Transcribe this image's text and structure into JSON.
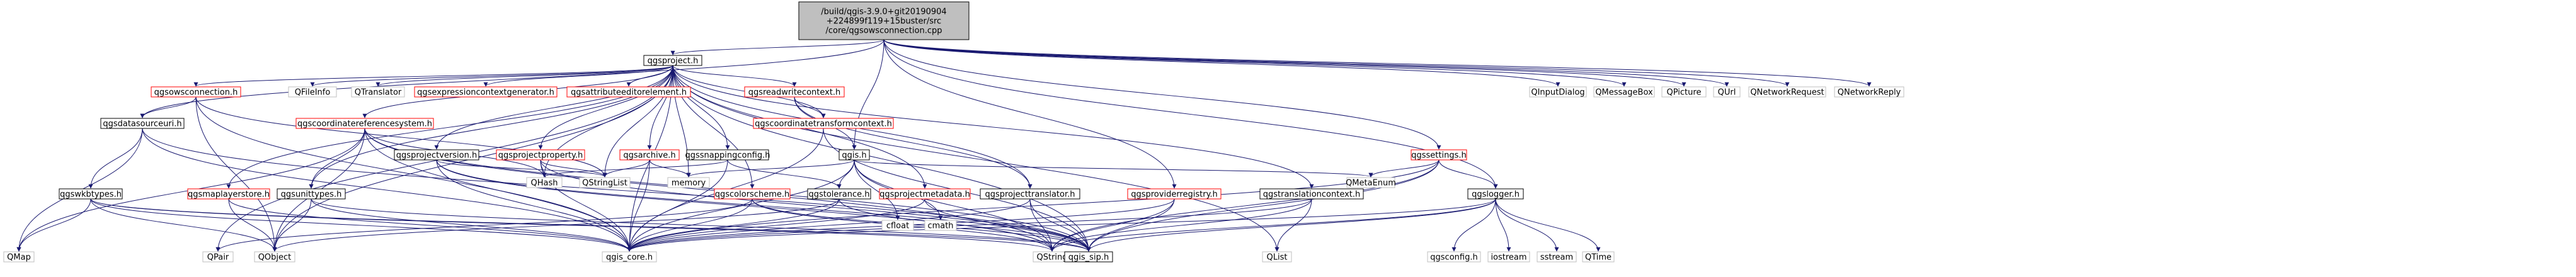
{
  "colors": {
    "edge": "#191970",
    "text": "#000000",
    "text_link": "#000000",
    "border_grey": "#bfbfbf",
    "border_black": "#000000",
    "border_red": "#ff0000",
    "root_fill": "#bfbfbf",
    "fill": "#ffffff"
  },
  "nodes": [
    {
      "id": "root",
      "lines": [
        "/build/qgis-3.9.0+git20190904",
        "+224899f119+15buster/src",
        "/core/qgsowsconnection.cpp"
      ],
      "style": "root"
    },
    {
      "id": "qgsproject_h",
      "lines": [
        "qgsproject.h"
      ],
      "style": "black"
    },
    {
      "id": "qgsowsconnection_h",
      "lines": [
        "qgsowsconnection.h"
      ],
      "style": "red"
    },
    {
      "id": "QFileInfo",
      "lines": [
        "QFileInfo"
      ],
      "style": "grey"
    },
    {
      "id": "QTranslator",
      "lines": [
        "QTranslator"
      ],
      "style": "grey"
    },
    {
      "id": "qgsexpressioncontextgenerator_h",
      "lines": [
        "qgsexpressioncontextgenerator.h"
      ],
      "style": "red"
    },
    {
      "id": "qgsattributeeditorelement_h",
      "lines": [
        "qgsattributeeditorelement.h"
      ],
      "style": "red"
    },
    {
      "id": "qgsreadwritecontext_h",
      "lines": [
        "qgsreadwritecontext.h"
      ],
      "style": "red"
    },
    {
      "id": "qgsdatasourceuri_h",
      "lines": [
        "qgsdatasourceuri.h"
      ],
      "style": "black"
    },
    {
      "id": "qgscoordinatereferencesystem_h",
      "lines": [
        "qgscoordinatereferencesystem.h"
      ],
      "style": "red"
    },
    {
      "id": "qgsprojectversion_h",
      "lines": [
        "qgsprojectversion.h"
      ],
      "style": "black"
    },
    {
      "id": "qgsprojectproperty_h",
      "lines": [
        "qgsprojectproperty.h"
      ],
      "style": "red"
    },
    {
      "id": "qgsarchive_h",
      "lines": [
        "qgsarchive.h"
      ],
      "style": "red"
    },
    {
      "id": "qgssnappingconfig_h",
      "lines": [
        "qgssnappingconfig.h"
      ],
      "style": "black"
    },
    {
      "id": "qgscoordinatetransformcontext_h",
      "lines": [
        "qgscoordinatetransformcontext.h"
      ],
      "style": "red"
    },
    {
      "id": "qgis_h",
      "lines": [
        "qgis.h"
      ],
      "style": "black"
    },
    {
      "id": "qgssettings_h",
      "lines": [
        "qgssettings.h"
      ],
      "style": "red"
    },
    {
      "id": "qgswkbtypes_h",
      "lines": [
        "qgswkbtypes.h"
      ],
      "style": "black"
    },
    {
      "id": "qgsmaplayerstore_h",
      "lines": [
        "qgsmaplayerstore.h"
      ],
      "style": "red"
    },
    {
      "id": "qgsunittypes_h",
      "lines": [
        "qgsunittypes.h"
      ],
      "style": "black"
    },
    {
      "id": "QHash",
      "lines": [
        "QHash"
      ],
      "style": "grey"
    },
    {
      "id": "QStringList",
      "lines": [
        "QStringList"
      ],
      "style": "grey"
    },
    {
      "id": "memory",
      "lines": [
        "memory"
      ],
      "style": "grey"
    },
    {
      "id": "qgscolorscheme_h",
      "lines": [
        "qgscolorscheme.h"
      ],
      "style": "red"
    },
    {
      "id": "qgstolerance_h",
      "lines": [
        "qgstolerance.h"
      ],
      "style": "black"
    },
    {
      "id": "qgsprojectmetadata_h",
      "lines": [
        "qgsprojectmetadata.h"
      ],
      "style": "red"
    },
    {
      "id": "qgsprojecttranslator_h",
      "lines": [
        "qgsprojecttranslator.h"
      ],
      "style": "black"
    },
    {
      "id": "cfloat",
      "lines": [
        "cfloat"
      ],
      "style": "grey"
    },
    {
      "id": "cmath",
      "lines": [
        "cmath"
      ],
      "style": "grey"
    },
    {
      "id": "qgsproviderregistry_h",
      "lines": [
        "qgsproviderregistry.h"
      ],
      "style": "red"
    },
    {
      "id": "qgstranslationcontext_h",
      "lines": [
        "qgstranslationcontext.h"
      ],
      "style": "black"
    },
    {
      "id": "QMetaEnum",
      "lines": [
        "QMetaEnum"
      ],
      "style": "grey"
    },
    {
      "id": "qgslogger_h",
      "lines": [
        "qgslogger.h"
      ],
      "style": "black"
    },
    {
      "id": "QMap",
      "lines": [
        "QMap"
      ],
      "style": "grey"
    },
    {
      "id": "QPair",
      "lines": [
        "QPair"
      ],
      "style": "grey"
    },
    {
      "id": "QObject",
      "lines": [
        "QObject"
      ],
      "style": "grey"
    },
    {
      "id": "qgis_core_h",
      "lines": [
        "qgis_core.h"
      ],
      "style": "grey"
    },
    {
      "id": "QString",
      "lines": [
        "QString"
      ],
      "style": "grey"
    },
    {
      "id": "qgis_sip_h",
      "lines": [
        "qgis_sip.h"
      ],
      "style": "black"
    },
    {
      "id": "QList",
      "lines": [
        "QList"
      ],
      "style": "grey"
    },
    {
      "id": "qgsconfig_h",
      "lines": [
        "qgsconfig.h"
      ],
      "style": "grey"
    },
    {
      "id": "iostream",
      "lines": [
        "iostream"
      ],
      "style": "grey"
    },
    {
      "id": "sstream",
      "lines": [
        "sstream"
      ],
      "style": "grey"
    },
    {
      "id": "QTime",
      "lines": [
        "QTime"
      ],
      "style": "grey"
    },
    {
      "id": "QInputDialog",
      "lines": [
        "QInputDialog"
      ],
      "style": "grey"
    },
    {
      "id": "QMessageBox",
      "lines": [
        "QMessageBox"
      ],
      "style": "grey"
    },
    {
      "id": "QPicture",
      "lines": [
        "QPicture"
      ],
      "style": "grey"
    },
    {
      "id": "QUrl",
      "lines": [
        "QUrl"
      ],
      "style": "grey"
    },
    {
      "id": "QNetworkRequest",
      "lines": [
        "QNetworkRequest"
      ],
      "style": "grey"
    },
    {
      "id": "QNetworkReply",
      "lines": [
        "QNetworkReply"
      ],
      "style": "grey"
    }
  ],
  "edges": [
    [
      "root",
      "qgsproject_h"
    ],
    [
      "root",
      "qgsdatasourceuri_h"
    ],
    [
      "root",
      "qgis_h"
    ],
    [
      "root",
      "qgsproviderregistry_h"
    ],
    [
      "root",
      "qgssettings_h"
    ],
    [
      "root",
      "qgslogger_h"
    ],
    [
      "root",
      "QInputDialog"
    ],
    [
      "root",
      "QMessageBox"
    ],
    [
      "root",
      "QPicture"
    ],
    [
      "root",
      "QUrl"
    ],
    [
      "root",
      "QNetworkRequest"
    ],
    [
      "root",
      "QNetworkReply"
    ],
    [
      "qgsproject_h",
      "qgsowsconnection_h"
    ],
    [
      "qgsproject_h",
      "QFileInfo"
    ],
    [
      "qgsproject_h",
      "QTranslator"
    ],
    [
      "qgsproject_h",
      "qgsexpressioncontextgenerator_h"
    ],
    [
      "qgsproject_h",
      "qgsattributeeditorelement_h"
    ],
    [
      "qgsproject_h",
      "qgsreadwritecontext_h"
    ],
    [
      "qgsproject_h",
      "qgscoordinatereferencesystem_h"
    ],
    [
      "qgsproject_h",
      "qgsprojectversion_h"
    ],
    [
      "qgsproject_h",
      "qgsprojectproperty_h"
    ],
    [
      "qgsproject_h",
      "qgsarchive_h"
    ],
    [
      "qgsproject_h",
      "qgssnappingconfig_h"
    ],
    [
      "qgsproject_h",
      "qgscoordinatetransformcontext_h"
    ],
    [
      "qgsproject_h",
      "qgsmaplayerstore_h"
    ],
    [
      "qgsproject_h",
      "qgsunittypes_h"
    ],
    [
      "qgsproject_h",
      "QHash"
    ],
    [
      "qgsproject_h",
      "QStringList"
    ],
    [
      "qgsproject_h",
      "memory"
    ],
    [
      "qgsproject_h",
      "qgscolorscheme_h"
    ],
    [
      "qgsproject_h",
      "qgsprojectmetadata_h"
    ],
    [
      "qgsproject_h",
      "qgsprojecttranslator_h"
    ],
    [
      "qgsproject_h",
      "qgstranslationcontext_h"
    ],
    [
      "qgsproject_h",
      "QObject"
    ],
    [
      "qgsproject_h",
      "QPair"
    ],
    [
      "qgsproject_h",
      "qgis_core_h"
    ],
    [
      "qgsproject_h",
      "qgis_sip_h"
    ],
    [
      "qgsproject_h",
      "QList"
    ],
    [
      "qgsowsconnection_h",
      "qgsdatasourceuri_h"
    ],
    [
      "qgsowsconnection_h",
      "QStringList"
    ],
    [
      "qgsowsconnection_h",
      "qgis_core_h"
    ],
    [
      "qgsowsconnection_h",
      "QObject"
    ],
    [
      "qgsreadwritecontext_h",
      "qgis_h"
    ],
    [
      "qgsreadwritecontext_h",
      "qgsprojecttranslator_h"
    ],
    [
      "qgsreadwritecontext_h",
      "qgscoordinatetransformcontext_h"
    ],
    [
      "qgsdatasourceuri_h",
      "qgswkbtypes_h"
    ],
    [
      "qgsdatasourceuri_h",
      "QMap"
    ],
    [
      "qgsdatasourceuri_h",
      "qgis_core_h"
    ],
    [
      "qgsdatasourceuri_h",
      "qgis_sip_h"
    ],
    [
      "qgscoordinatereferencesystem_h",
      "qgsunittypes_h"
    ],
    [
      "qgscoordinatereferencesystem_h",
      "QMap"
    ],
    [
      "qgscoordinatereferencesystem_h",
      "QHash"
    ],
    [
      "qgscoordinatereferencesystem_h",
      "QObject"
    ],
    [
      "qgscoordinatereferencesystem_h",
      "qgis_core_h"
    ],
    [
      "qgscoordinatereferencesystem_h",
      "QString"
    ],
    [
      "qgscoordinatereferencesystem_h",
      "qgis_sip_h"
    ],
    [
      "qgsprojectversion_h",
      "QString"
    ],
    [
      "qgsprojectversion_h",
      "QStringList"
    ],
    [
      "qgsprojectversion_h",
      "qgis_core_h"
    ],
    [
      "qgsprojectversion_h",
      "qgis_sip_h"
    ],
    [
      "qgsprojectproperty_h",
      "QHash"
    ],
    [
      "qgsprojectproperty_h",
      "QStringList"
    ],
    [
      "qgsprojectproperty_h",
      "qgis_core_h"
    ],
    [
      "qgsprojectproperty_h",
      "qgis_sip_h"
    ],
    [
      "qgsarchive_h",
      "QStringList"
    ],
    [
      "qgsarchive_h",
      "memory"
    ],
    [
      "qgsarchive_h",
      "qgis_core_h"
    ],
    [
      "qgssnappingconfig_h",
      "QHash"
    ],
    [
      "qgssnappingconfig_h",
      "qgstolerance_h"
    ],
    [
      "qgssnappingconfig_h",
      "qgis_core_h"
    ],
    [
      "qgscoordinatetransformcontext_h",
      "qgis_core_h"
    ],
    [
      "qgscoordinatetransformcontext_h",
      "qgis_sip_h"
    ],
    [
      "qgis_h",
      "QMetaEnum"
    ],
    [
      "qgis_h",
      "cfloat"
    ],
    [
      "qgis_h",
      "cmath"
    ],
    [
      "qgis_h",
      "memory"
    ],
    [
      "qgis_h",
      "qgis_core_h"
    ],
    [
      "qgis_h",
      "qgstolerance_h"
    ],
    [
      "qgis_h",
      "QString"
    ],
    [
      "qgssettings_h",
      "QMetaEnum"
    ],
    [
      "qgssettings_h",
      "qgslogger_h"
    ],
    [
      "qgssettings_h",
      "qgis_core_h"
    ],
    [
      "qgssettings_h",
      "QString"
    ],
    [
      "qgssettings_h",
      "qgis_sip_h"
    ],
    [
      "qgswkbtypes_h",
      "QMap"
    ],
    [
      "qgswkbtypes_h",
      "QString"
    ],
    [
      "qgswkbtypes_h",
      "QObject"
    ],
    [
      "qgswkbtypes_h",
      "qgis_core_h"
    ],
    [
      "qgswkbtypes_h",
      "qgis_sip_h"
    ],
    [
      "qgsmaplayerstore_h",
      "QObject"
    ],
    [
      "qgsmaplayerstore_h",
      "qgis_core_h"
    ],
    [
      "qgsunittypes_h",
      "QObject"
    ],
    [
      "qgsunittypes_h",
      "qgis_core_h"
    ],
    [
      "qgsunittypes_h",
      "qgis_sip_h"
    ],
    [
      "qgscolorscheme_h",
      "QString"
    ],
    [
      "qgscolorscheme_h",
      "qgis_core_h"
    ],
    [
      "qgscolorscheme_h",
      "qgis_sip_h"
    ],
    [
      "qgscolorscheme_h",
      "QPair"
    ],
    [
      "qgstolerance_h",
      "QObject"
    ],
    [
      "qgstolerance_h",
      "qgis_core_h"
    ],
    [
      "qgstolerance_h",
      "qgis_sip_h"
    ],
    [
      "qgsprojectmetadata_h",
      "qgis_core_h"
    ],
    [
      "qgsprojectmetadata_h",
      "qgis_sip_h"
    ],
    [
      "qgsprojecttranslator_h",
      "QString"
    ],
    [
      "qgsprojecttranslator_h",
      "qgis_core_h"
    ],
    [
      "qgsprojecttranslator_h",
      "qgis_sip_h"
    ],
    [
      "qgsproviderregistry_h",
      "qgis_core_h"
    ],
    [
      "qgsproviderregistry_h",
      "QString"
    ],
    [
      "qgsproviderregistry_h",
      "qgis_sip_h"
    ],
    [
      "qgstranslationcontext_h",
      "qgis_core_h"
    ],
    [
      "qgstranslationcontext_h",
      "QString"
    ],
    [
      "qgstranslationcontext_h",
      "QList"
    ],
    [
      "qgslogger_h",
      "qgsconfig_h"
    ],
    [
      "qgslogger_h",
      "iostream"
    ],
    [
      "qgslogger_h",
      "sstream"
    ],
    [
      "qgslogger_h",
      "QTime"
    ],
    [
      "qgslogger_h",
      "qgis_core_h"
    ],
    [
      "qgslogger_h",
      "QString"
    ],
    [
      "qgslogger_h",
      "qgis_sip_h"
    ]
  ]
}
